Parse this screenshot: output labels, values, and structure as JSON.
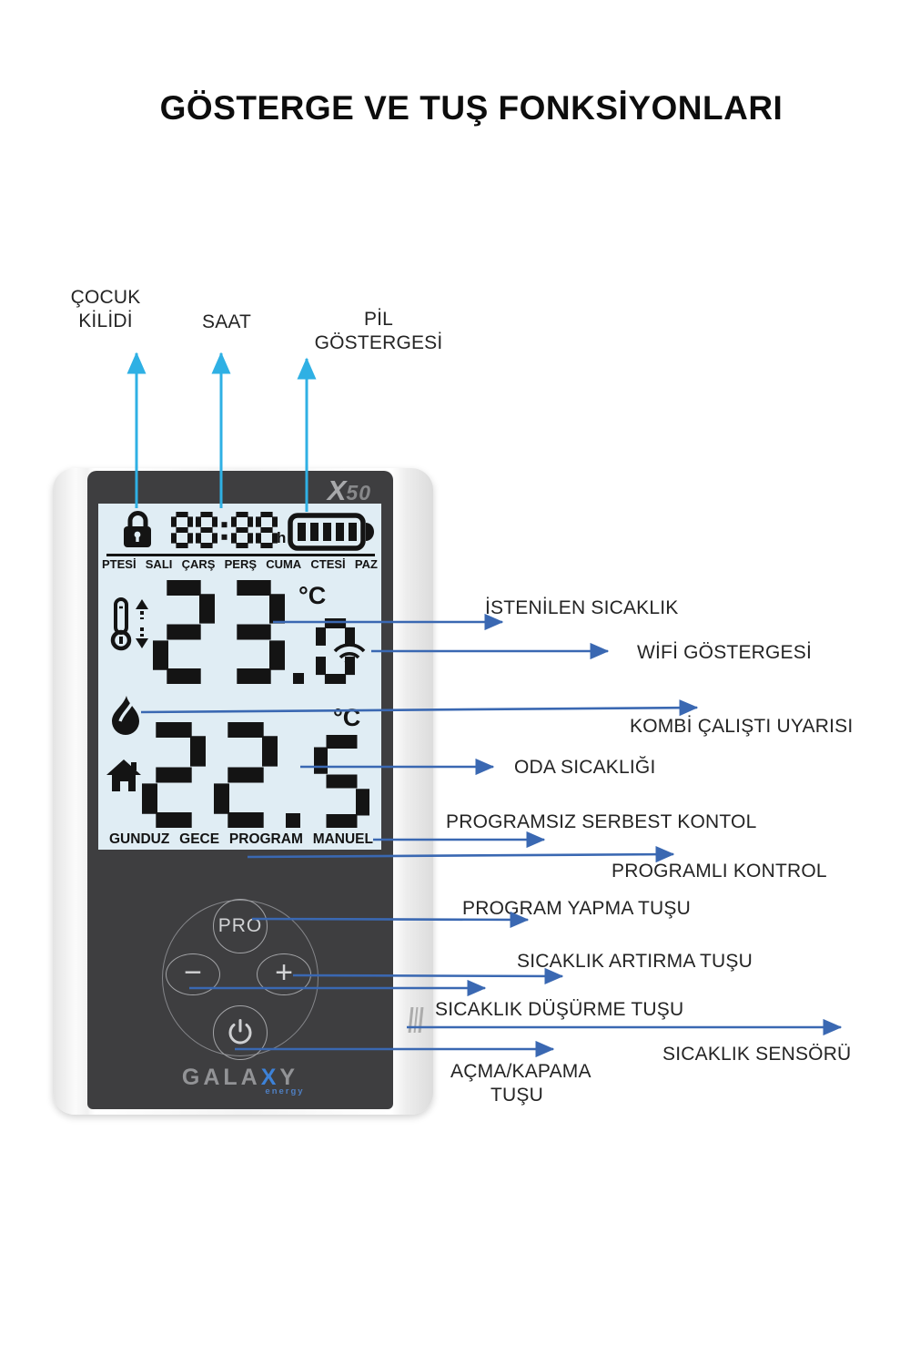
{
  "title": "GÖSTERGE VE TUŞ FONKSİYONLARI",
  "colors": {
    "arrow_cyan": "#2fb0e4",
    "arrow_blue": "#3a68b2",
    "lcd_background": "#e0edf4",
    "panel_dark": "#3e3e40",
    "brand_blue": "#3d82d8"
  },
  "top_callouts": {
    "child_lock": {
      "line1": "ÇOCUK",
      "line2": "KİLİDİ"
    },
    "clock": "SAAT",
    "battery": {
      "line1": "PİL",
      "line2": "GÖSTERGESİ"
    }
  },
  "right_callouts": {
    "desired_temp": "İSTENİLEN  SICAKLIK",
    "wifi": "WİFİ GÖSTERGESİ",
    "boiler_warning": "KOMBİ ÇALIŞTI  UYARISI",
    "room_temp": "ODA SICAKLIĞI",
    "free_control": "PROGRAMSIZ SERBEST KONTOL",
    "programmed_control": "PROGRAMLI  KONTROL",
    "program_button": "PROGRAM YAPMA TUŞU",
    "temp_up": "SICAKLIK ARTIRMA TUŞU",
    "temp_down": "SICAKLIK DÜŞÜRME TUŞU",
    "temp_sensor": "SICAKLIK  SENSÖRÜ",
    "power_button": {
      "line1": "AÇMA/KAPAMA",
      "line2": "TUŞU"
    }
  },
  "device": {
    "model": {
      "x": "X",
      "num": "50"
    },
    "brand": {
      "pre": "GALA",
      "x": "X",
      "post": "Y",
      "sub": "energy"
    },
    "lcd": {
      "time": "88:88",
      "time_unit": "h",
      "days": [
        "PTESİ",
        "SALI",
        "ÇARŞ",
        "PERŞ",
        "CUMA",
        "CTESİ",
        "PAZ"
      ],
      "set_temp": "23.0",
      "room_temp": "22.5",
      "unit": "°C",
      "modes": [
        "GUNDUZ",
        "GECE",
        "PROGRAM",
        "MANUEL"
      ]
    },
    "buttons": {
      "pro": "PRO",
      "minus": "−",
      "plus": "+"
    }
  }
}
